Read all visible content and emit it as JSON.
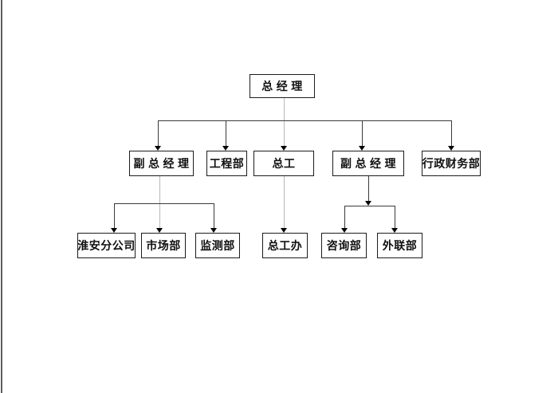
{
  "page": {
    "background": "#ffffff",
    "left_edge_line_color": "#5d5d5d"
  },
  "colors": {
    "box_border": "#1c1c1c",
    "box_fill": "#ffffff",
    "text": "#101010",
    "connector_dark": "#3a3a3a",
    "connector_light": "#b8b8b8",
    "arrow": "#050505"
  },
  "org_chart": {
    "type": "org-hierarchy",
    "nodes": [
      {
        "id": "gm",
        "label": "总 经 理"
      },
      {
        "id": "dgm-left",
        "label": "副 总 经 理"
      },
      {
        "id": "eng",
        "label": "工程部"
      },
      {
        "id": "chief-eng",
        "label": "总工"
      },
      {
        "id": "dgm-right",
        "label": "副 总 经 理"
      },
      {
        "id": "admin-fin",
        "label": "行政财务部"
      },
      {
        "id": "huaian",
        "label": "淮安分公司"
      },
      {
        "id": "market",
        "label": "市场部"
      },
      {
        "id": "monitor",
        "label": "监测部"
      },
      {
        "id": "ce-office",
        "label": "总工办"
      },
      {
        "id": "consult",
        "label": "咨询部"
      },
      {
        "id": "external",
        "label": "外联部"
      }
    ],
    "edges": [
      {
        "from": "gm",
        "to": "dgm-left"
      },
      {
        "from": "gm",
        "to": "eng"
      },
      {
        "from": "gm",
        "to": "chief-eng"
      },
      {
        "from": "gm",
        "to": "dgm-right"
      },
      {
        "from": "gm",
        "to": "admin-fin"
      },
      {
        "from": "dgm-left",
        "to": "huaian"
      },
      {
        "from": "dgm-left",
        "to": "market"
      },
      {
        "from": "dgm-left",
        "to": "monitor"
      },
      {
        "from": "chief-eng",
        "to": "ce-office"
      },
      {
        "from": "dgm-right",
        "to": "consult"
      },
      {
        "from": "dgm-right",
        "to": "external"
      }
    ]
  }
}
